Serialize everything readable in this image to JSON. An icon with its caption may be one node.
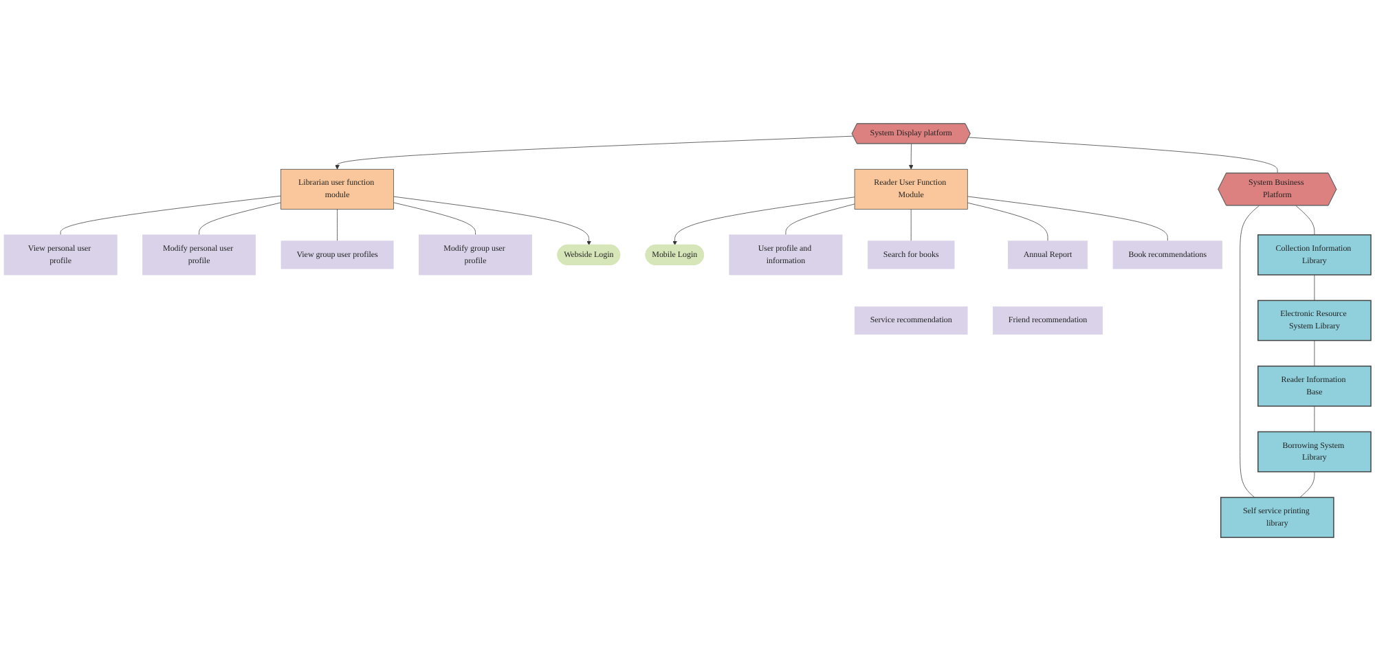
{
  "diagram": {
    "nodes": [
      {
        "text": [
          "View personal user profile"
        ]
      },
      {
        "text": [
          "Modify personal user profile"
        ]
      },
      {
        "text": [
          "View group user profiles"
        ]
      },
      {
        "text": [
          "Modify group user profile"
        ]
      },
      {
        "text": [
          "Librarian user function module"
        ]
      },
      {
        "text": [
          "System Display platform"
        ]
      },
      {
        "text": [
          "Reader User Function Module"
        ]
      },
      {
        "text": [
          "Webside Login"
        ]
      },
      {
        "text": [
          "Mobile Login"
        ]
      },
      {
        "text": [
          "User profile and information"
        ]
      },
      {
        "text": [
          "Search for books"
        ]
      },
      {
        "text": [
          "Service recommendation"
        ]
      },
      {
        "text": [
          "Annual Report"
        ]
      },
      {
        "text": [
          "Friend recommendation"
        ]
      },
      {
        "text": [
          "Book recommendations"
        ]
      },
      {
        "text": [
          "System Business Platform"
        ]
      },
      {
        "text": [
          "Collection Information Library"
        ]
      },
      {
        "text": [
          "Self service printing library"
        ]
      },
      {
        "text": [
          "Electronic Resource System Library"
        ]
      },
      {
        "text": [
          "Reader Information Base"
        ]
      },
      {
        "text": [
          "Borrowing System Library"
        ]
      }
    ],
    "edges": [
      {
        "from": 5,
        "to": 4,
        "arrow": "to"
      },
      {
        "from": 5,
        "to": 6,
        "arrow": "to"
      },
      {
        "from": 4,
        "to": 7,
        "arrow": "to"
      },
      {
        "from": 6,
        "to": 8,
        "arrow": "to"
      },
      {
        "from": 4,
        "to": 0,
        "arrow": "none"
      },
      {
        "from": 4,
        "to": 1,
        "arrow": "none"
      },
      {
        "from": 4,
        "to": 2,
        "arrow": "none"
      },
      {
        "from": 4,
        "to": 3,
        "arrow": "none"
      },
      {
        "from": 6,
        "to": 9,
        "arrow": "none"
      },
      {
        "from": 6,
        "to": 10,
        "arrow": "none"
      },
      {
        "from": 6,
        "to": 12,
        "arrow": "none"
      },
      {
        "from": 6,
        "to": 14,
        "arrow": "none"
      },
      {
        "from": 5,
        "to": 15,
        "arrow": "none"
      },
      {
        "from": 15,
        "to": 16,
        "arrow": "none"
      },
      {
        "from": 15,
        "to": 17,
        "arrow": "none"
      },
      {
        "from": 16,
        "to": 18,
        "arrow": "none"
      },
      {
        "from": 18,
        "to": 19,
        "arrow": "none"
      },
      {
        "from": 19,
        "to": 20,
        "arrow": "none"
      },
      {
        "from": 20,
        "to": 17,
        "arrow": "none"
      }
    ]
  }
}
